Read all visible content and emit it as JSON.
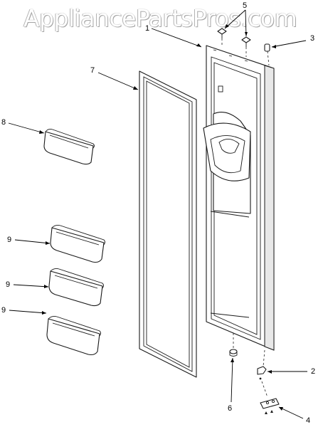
{
  "watermark": "AppliancePartsPros.com",
  "callouts": {
    "door": "1",
    "hinge_lower": "2",
    "bushing_top": "3",
    "hinge_bracket": "4",
    "screws": "5",
    "bushing_bottom": "6",
    "gasket": "7",
    "bin_small": "8",
    "bin_1": "9",
    "bin_2": "9",
    "bin_3": "9"
  },
  "colors": {
    "line": "#1a1a1a",
    "background": "#ffffff",
    "watermark_outline": "#a0a0a0"
  }
}
